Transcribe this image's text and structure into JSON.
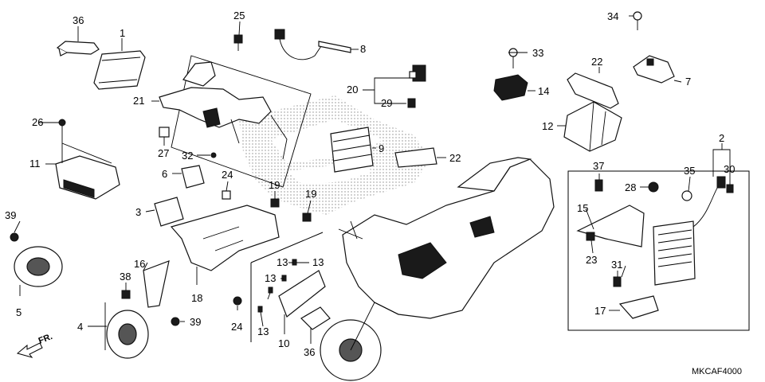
{
  "diagram_code": "MKCAF4000",
  "direction_label": "FR.",
  "callouts": [
    {
      "id": "c1",
      "text": "1"
    },
    {
      "id": "c2",
      "text": "2"
    },
    {
      "id": "c3",
      "text": "3"
    },
    {
      "id": "c4",
      "text": "4"
    },
    {
      "id": "c5",
      "text": "5"
    },
    {
      "id": "c6",
      "text": "6"
    },
    {
      "id": "c7",
      "text": "7"
    },
    {
      "id": "c8",
      "text": "8"
    },
    {
      "id": "c9",
      "text": "9"
    },
    {
      "id": "c10",
      "text": "10"
    },
    {
      "id": "c11",
      "text": "11"
    },
    {
      "id": "c12",
      "text": "12"
    },
    {
      "id": "c13a",
      "text": "13"
    },
    {
      "id": "c13b",
      "text": "13"
    },
    {
      "id": "c13c",
      "text": "13"
    },
    {
      "id": "c13d",
      "text": "13"
    },
    {
      "id": "c14",
      "text": "14"
    },
    {
      "id": "c15",
      "text": "15"
    },
    {
      "id": "c16",
      "text": "16"
    },
    {
      "id": "c17",
      "text": "17"
    },
    {
      "id": "c18",
      "text": "18"
    },
    {
      "id": "c19a",
      "text": "19"
    },
    {
      "id": "c19b",
      "text": "19"
    },
    {
      "id": "c20",
      "text": "20"
    },
    {
      "id": "c21",
      "text": "21"
    },
    {
      "id": "c22a",
      "text": "22"
    },
    {
      "id": "c22b",
      "text": "22"
    },
    {
      "id": "c23",
      "text": "23"
    },
    {
      "id": "c24a",
      "text": "24"
    },
    {
      "id": "c24b",
      "text": "24"
    },
    {
      "id": "c25",
      "text": "25"
    },
    {
      "id": "c26",
      "text": "26"
    },
    {
      "id": "c27",
      "text": "27"
    },
    {
      "id": "c28",
      "text": "28"
    },
    {
      "id": "c29",
      "text": "29"
    },
    {
      "id": "c30",
      "text": "30"
    },
    {
      "id": "c31",
      "text": "31"
    },
    {
      "id": "c32",
      "text": "32"
    },
    {
      "id": "c33",
      "text": "33"
    },
    {
      "id": "c34",
      "text": "34"
    },
    {
      "id": "c35",
      "text": "35"
    },
    {
      "id": "c36a",
      "text": "36"
    },
    {
      "id": "c36b",
      "text": "36"
    },
    {
      "id": "c37",
      "text": "37"
    },
    {
      "id": "c38",
      "text": "38"
    },
    {
      "id": "c39a",
      "text": "39"
    },
    {
      "id": "c39b",
      "text": "39"
    }
  ]
}
